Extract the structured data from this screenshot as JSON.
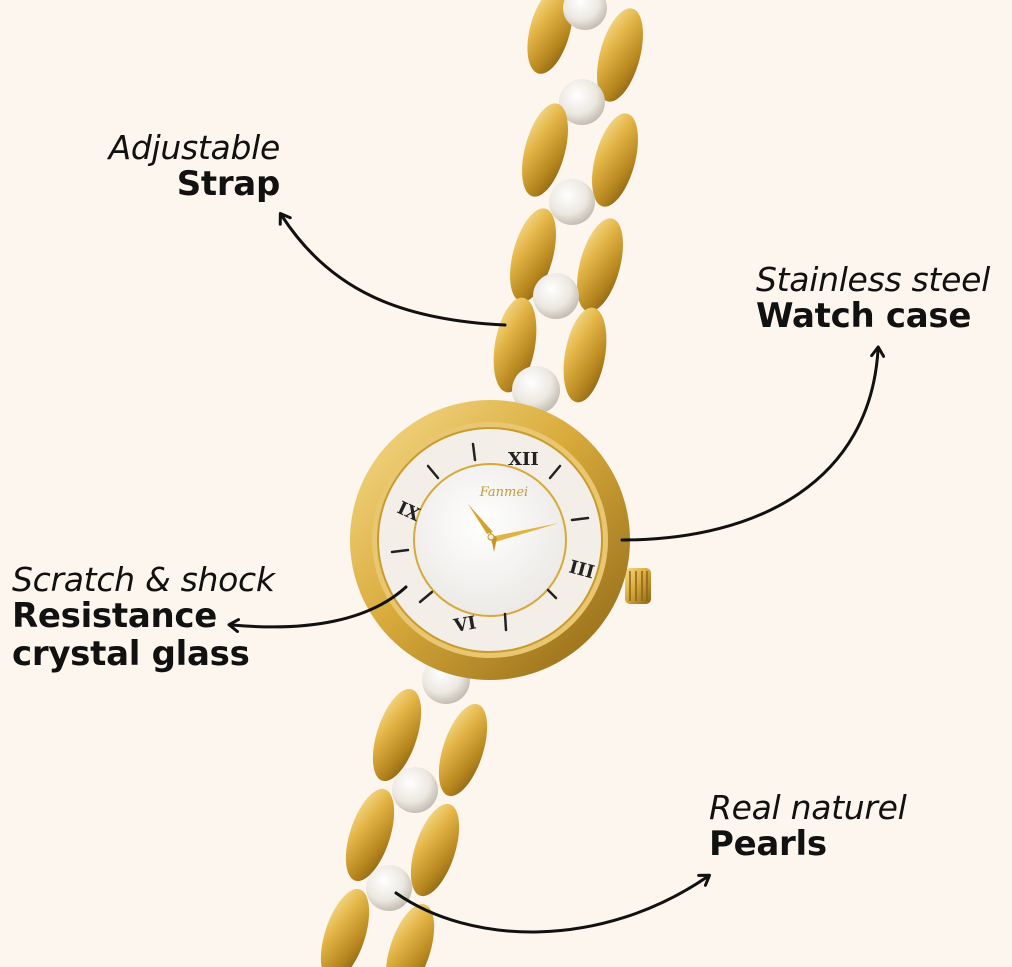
{
  "colors": {
    "background": "#fdf6ef",
    "gold": "#d9ab3c",
    "gold_dark": "#a8791a",
    "gold_light": "#f6dc8e",
    "pearl": "#f3f0ea",
    "dial": "#f4f3f1",
    "ink": "#111111"
  },
  "annotations": [
    {
      "id": "strap",
      "italic": "Adjustable",
      "bold": "Strap"
    },
    {
      "id": "watch-case",
      "italic": "Stainless steel",
      "bold": "Watch case"
    },
    {
      "id": "glass",
      "italic": "Scratch & shock",
      "bold_lines": [
        "Resistance",
        "crystal glass"
      ]
    },
    {
      "id": "pearls",
      "italic": "Real naturel",
      "bold": "Pearls"
    }
  ],
  "watch": {
    "brand": "Fanmei",
    "numerals": [
      "XII",
      "III",
      "VI",
      "IX"
    ]
  }
}
